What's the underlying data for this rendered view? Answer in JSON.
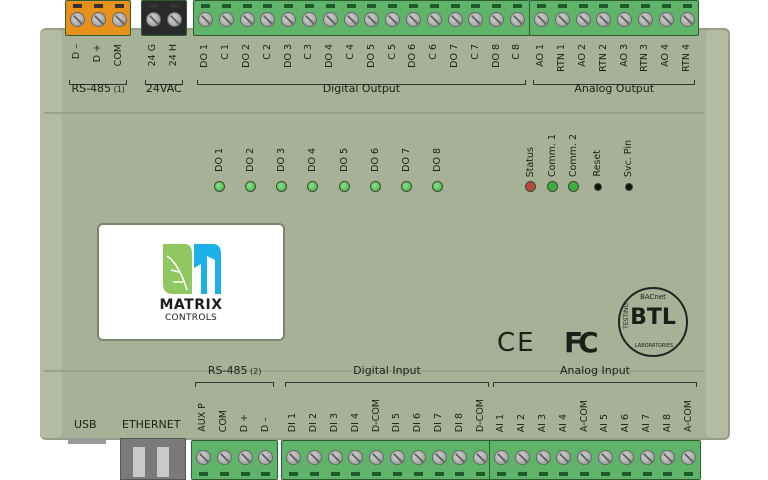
{
  "top_terminals": {
    "rs485_1": {
      "title": "RS-485",
      "suffix": "(1)",
      "pins": [
        "D –",
        "D +",
        "COM"
      ],
      "color": "#e8901c"
    },
    "power": {
      "title": "24VAC",
      "pins": [
        "24 G",
        "24 H"
      ],
      "color": "#2a2a2a"
    },
    "digital_output": {
      "title": "Digital Output",
      "pins": [
        "DO 1",
        "C 1",
        "DO 2",
        "C 2",
        "DO 3",
        "C 3",
        "DO 4",
        "C 4",
        "DO 5",
        "C 5",
        "DO 6",
        "C 6",
        "DO 7",
        "C 7",
        "DO 8",
        "C 8"
      ],
      "color": "#5fb46a"
    },
    "analog_output": {
      "title": "Analog Output",
      "pins": [
        "AO 1",
        "RTN 1",
        "AO 2",
        "RTN 2",
        "AO 3",
        "RTN 3",
        "AO 4",
        "RTN 4"
      ],
      "color": "#5fb46a"
    }
  },
  "bottom_terminals": {
    "ports": {
      "usb": "USB",
      "ethernet": "ETHERNET"
    },
    "rs485_2": {
      "title": "RS-485",
      "suffix": "(2)",
      "pins": [
        "AUX P",
        "COM",
        "D +",
        "D –"
      ]
    },
    "digital_input": {
      "title": "Digital Input",
      "pins": [
        "DI 1",
        "DI 2",
        "DI 3",
        "DI 4",
        "D-COM",
        "DI 5",
        "DI 6",
        "DI 7",
        "DI 8",
        "D-COM"
      ]
    },
    "analog_input": {
      "title": "Analog Input",
      "pins": [
        "AI 1",
        "AI 2",
        "AI 3",
        "AI 4",
        "A-COM",
        "AI 5",
        "AI 6",
        "AI 7",
        "AI 8",
        "A-COM"
      ]
    }
  },
  "output_leds": [
    {
      "label": "DO 1",
      "color": "#3dae3f"
    },
    {
      "label": "DO 2",
      "color": "#3dae3f"
    },
    {
      "label": "DO 3",
      "color": "#3dae3f"
    },
    {
      "label": "DO 4",
      "color": "#3dae3f"
    },
    {
      "label": "DO 5",
      "color": "#3dae3f"
    },
    {
      "label": "DO 6",
      "color": "#3dae3f"
    },
    {
      "label": "DO 7",
      "color": "#3dae3f"
    },
    {
      "label": "DO 8",
      "color": "#3dae3f"
    }
  ],
  "status_indicators": [
    {
      "label": "Status",
      "color": "#b84a3c"
    },
    {
      "label": "Comm. 1",
      "color": "#3dae3f"
    },
    {
      "label": "Comm. 2",
      "color": "#3dae3f"
    },
    {
      "label": "Reset",
      "color": "#111111"
    },
    {
      "label": "Svc. Pin",
      "color": "#111111"
    }
  ],
  "logo": {
    "line1": "MATRIX",
    "line2": "CONTROLS",
    "leaf_color": "#8fc760",
    "m_color": "#1cb0e8"
  },
  "certifications": {
    "ce": "CE",
    "fcc": "FC",
    "btl": {
      "mark": "BTL",
      "ring_top": "BACnet",
      "ring_left": "TESTING",
      "ring_right": "LABORATORIES"
    }
  }
}
